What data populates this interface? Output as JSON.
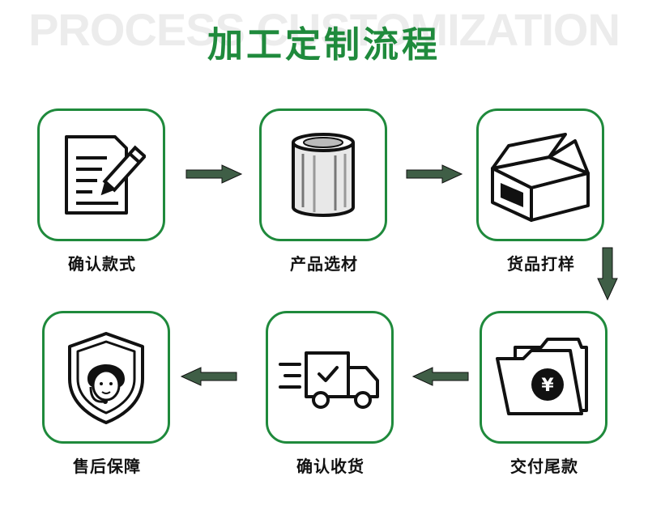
{
  "watermark": "PROCESS CUSTOMIZATION",
  "title": "加工定制流程",
  "colors": {
    "accent": "#1f8a3c",
    "arrow": "#3f5e46"
  },
  "steps": [
    {
      "label": "确认款式",
      "icon": "document-edit-icon"
    },
    {
      "label": "产品选材",
      "icon": "material-roll-icon"
    },
    {
      "label": "货品打样",
      "icon": "open-box-icon"
    },
    {
      "label": "交付尾款",
      "icon": "payment-folder-icon"
    },
    {
      "label": "确认收货",
      "icon": "delivery-truck-icon"
    },
    {
      "label": "售后保障",
      "icon": "service-shield-icon"
    }
  ]
}
